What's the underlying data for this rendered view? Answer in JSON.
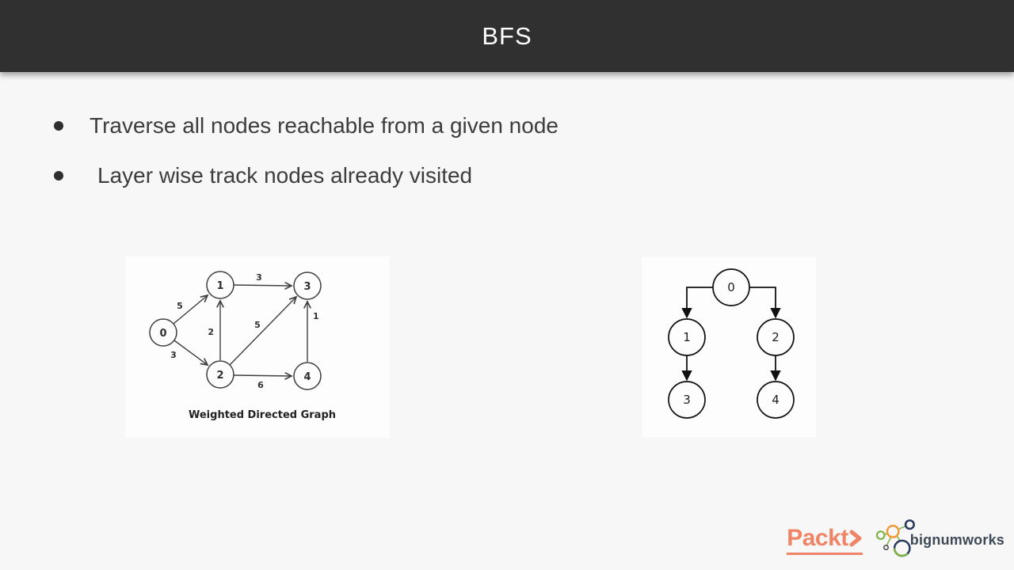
{
  "header": {
    "title": "BFS",
    "background_color": "#303030",
    "text_color": "#ffffff"
  },
  "bullets": [
    {
      "text": "Traverse all nodes reachable from a given node"
    },
    {
      "text": "Layer wise track nodes already visited"
    }
  ],
  "weighted_graph": {
    "caption": "Weighted Directed Graph",
    "nodes": [
      {
        "label": "0"
      },
      {
        "label": "1"
      },
      {
        "label": "2"
      },
      {
        "label": "3"
      },
      {
        "label": "4"
      }
    ],
    "edges": [
      {
        "from": "0",
        "to": "1",
        "weight": "5"
      },
      {
        "from": "0",
        "to": "2",
        "weight": "3"
      },
      {
        "from": "2",
        "to": "1",
        "weight": "2"
      },
      {
        "from": "2",
        "to": "3",
        "weight": "5"
      },
      {
        "from": "1",
        "to": "3",
        "weight": "3"
      },
      {
        "from": "2",
        "to": "4",
        "weight": "6"
      },
      {
        "from": "4",
        "to": "3",
        "weight": "1"
      }
    ]
  },
  "bfs_tree": {
    "nodes": [
      {
        "label": "0"
      },
      {
        "label": "1"
      },
      {
        "label": "2"
      },
      {
        "label": "3"
      },
      {
        "label": "4"
      }
    ],
    "edges": [
      {
        "from": "0",
        "to": "1"
      },
      {
        "from": "0",
        "to": "2"
      },
      {
        "from": "1",
        "to": "3"
      },
      {
        "from": "2",
        "to": "4"
      }
    ]
  },
  "footer": {
    "packt_label": "Packt",
    "packt_color": "#ef8566",
    "bignumworks_label": "bignumworks",
    "bignumworks_text_color": "#3e4a57",
    "icon_colors": {
      "green": "#7cb342",
      "orange": "#f09a3c",
      "navy": "#27395f"
    }
  }
}
